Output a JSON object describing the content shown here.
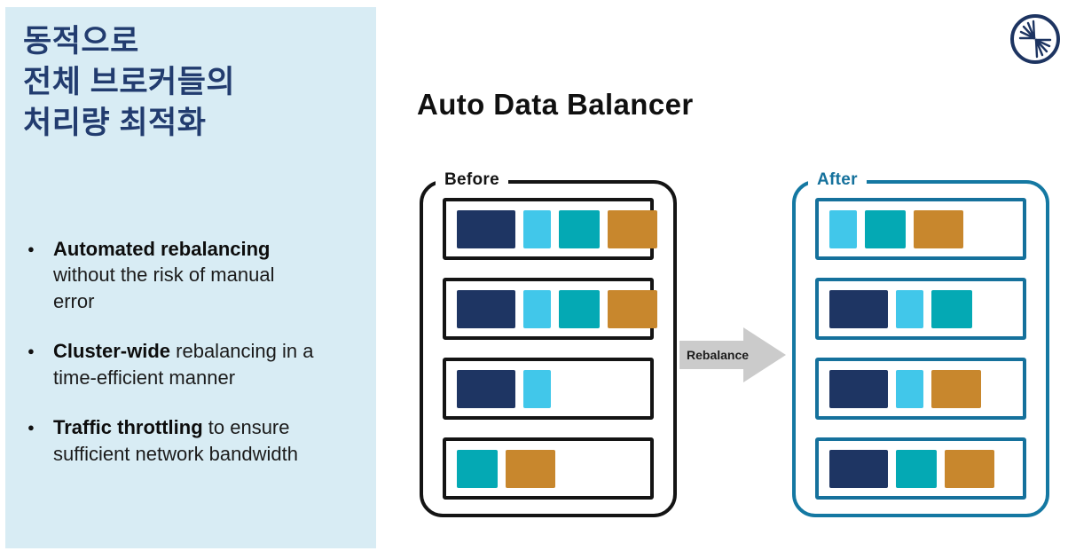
{
  "sidebar": {
    "title_lines": [
      "동적으로",
      "전체 브로커들의",
      "처리량 최적화"
    ],
    "bullets": [
      {
        "bold": "Automated rebalancing",
        "rest": " without the risk of manual error"
      },
      {
        "bold": "Cluster-wide",
        "rest": " rebalancing in a time-efficient manner"
      },
      {
        "bold": "Traffic throttling",
        "rest": " to ensure sufficient network bandwidth"
      }
    ],
    "background_color": "#d8ecf4",
    "title_color": "#223c6f"
  },
  "main": {
    "title": "Auto Data Balancer",
    "arrow_label": "Rebalance",
    "arrow_color": "#cbcbcb"
  },
  "diagram": {
    "before": {
      "label": "Before",
      "border_color": "#141414"
    },
    "after": {
      "label": "After",
      "border_color": "#1478a2"
    },
    "block_colors": {
      "navy": "#1e3563",
      "cyan": "#41c7ea",
      "teal": "#04a9b4",
      "orange": "#c8872d"
    },
    "before_rows": [
      [
        "navy",
        "cyan",
        "teal",
        "orange"
      ],
      [
        "navy",
        "cyan",
        "teal",
        "orange"
      ],
      [
        "navy",
        "cyan"
      ],
      [
        "teal",
        "orange"
      ]
    ],
    "after_rows": [
      [
        "cyan",
        "teal",
        "orange"
      ],
      [
        "navy",
        "cyan",
        "teal"
      ],
      [
        "navy",
        "cyan",
        "orange"
      ],
      [
        "navy",
        "teal",
        "orange"
      ]
    ]
  },
  "logo": {
    "icon": "confluent-logo",
    "color": "#1d3461"
  }
}
